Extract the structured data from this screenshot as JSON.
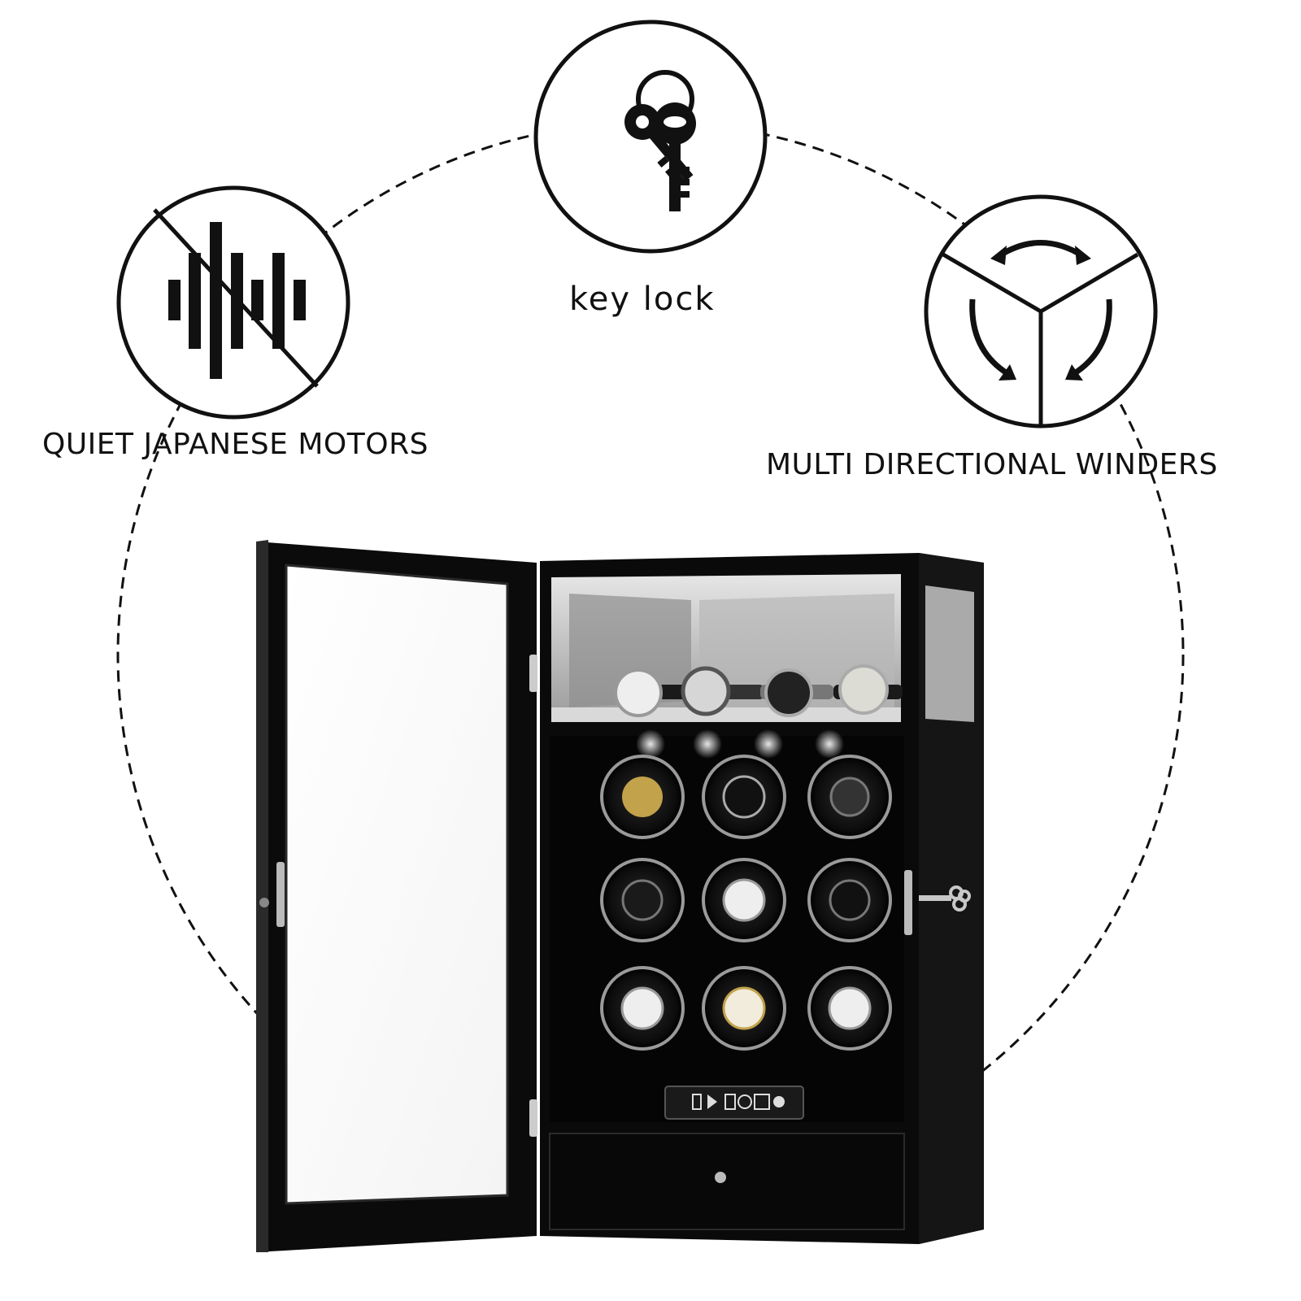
{
  "features": {
    "quiet_motors": {
      "label": "QUIET JAPANESE MOTORS",
      "icon": "no-sound-waves-icon"
    },
    "key_lock": {
      "label": "key lock",
      "icon": "keys-icon"
    },
    "multi_directional": {
      "label": "MULTI DIRECTIONAL WINDERS",
      "icon": "rotation-arrows-icon"
    }
  },
  "product": {
    "name": "watch-winder-cabinet",
    "display_watches": 4,
    "winder_slots": 9,
    "control_panel_icons": [
      "battery-icon",
      "play-pause-icon",
      "one-two-icon",
      "moon-icon",
      "all-icon",
      "light-icon"
    ],
    "colors": {
      "body": "#0a0a0a",
      "glass": "#cfcfcf",
      "chrome": "#c8c8c8"
    }
  }
}
